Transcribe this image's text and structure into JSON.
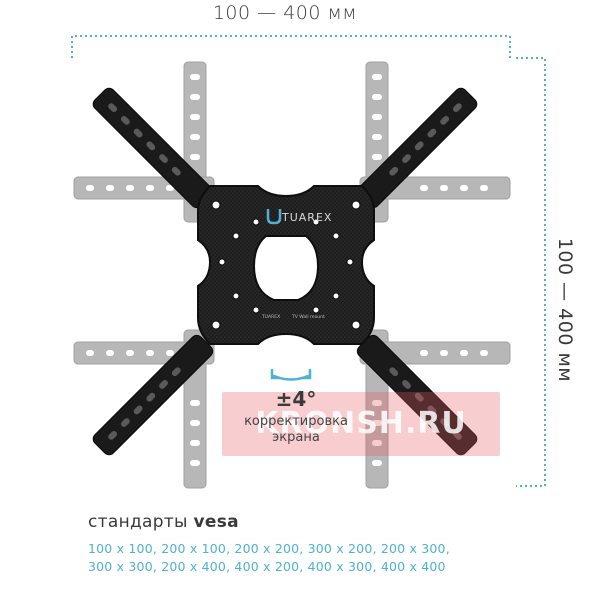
{
  "dimensions": {
    "width_label": "100 — 400 мм",
    "height_label": "100 — 400 мм"
  },
  "plate": {
    "brand": "TUAREX",
    "sticker_line1": "TUAREX",
    "sticker_line2": "TV Wall mount"
  },
  "tilt": {
    "angle": "±4°",
    "description_line1": "корректировка",
    "description_line2": "экрана"
  },
  "standards": {
    "title_prefix": "стандарты",
    "title_bold": "vesa",
    "line1": "100 х 100, 200 х 100, 200 х 200, 300 х 200, 200 х 300,",
    "line2": "300 х 300, 200 х 400, 400 х 200, 400 х 300, 400 х 400"
  },
  "watermark": "KRONSH.RU",
  "colors": {
    "accent": "#4fb1d1",
    "plate": "#1c1c1c",
    "ghost_arm": "#b3b3b3",
    "text": "#3a3a3a"
  }
}
